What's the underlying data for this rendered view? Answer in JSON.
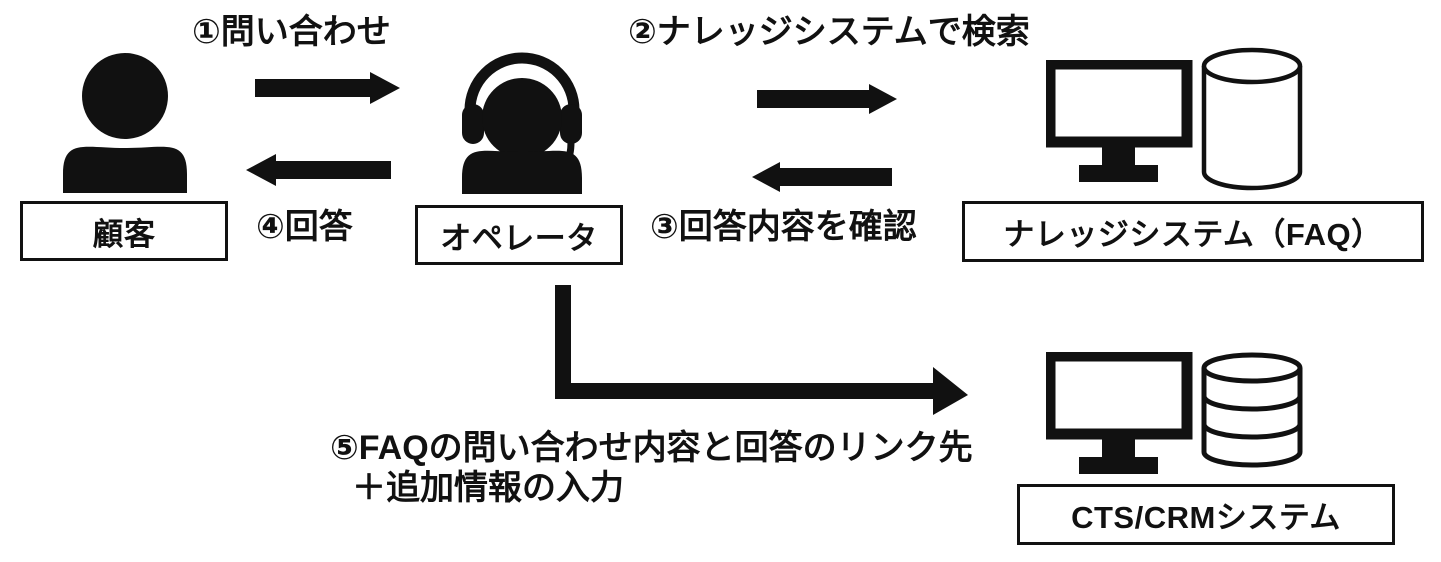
{
  "diagram": {
    "title": "Contact center knowledge system flow",
    "background_color": "#ffffff",
    "ink_color": "#111111"
  },
  "nodes": [
    {
      "id": "customer",
      "label": "顧客",
      "icon": "person-icon"
    },
    {
      "id": "operator",
      "label": "オペレータ",
      "icon": "headset-operator-icon"
    },
    {
      "id": "knowledge",
      "label": "ナレッジシステム（FAQ）",
      "icon": "monitor-and-database-icon"
    },
    {
      "id": "crm",
      "label": "CTS/CRMシステム",
      "icon": "monitor-and-stacked-database-icon"
    }
  ],
  "steps": [
    {
      "number": "①",
      "label": "①問い合わせ",
      "direction": "right"
    },
    {
      "number": "②",
      "label": "②ナレッジシステムで検索",
      "direction": "right"
    },
    {
      "number": "③",
      "label": "③回答内容を確認",
      "direction": "left"
    },
    {
      "number": "④",
      "label": "④回答",
      "direction": "left"
    },
    {
      "number": "⑤",
      "label_line1": "⑤FAQの問い合わせ内容と回答のリンク先",
      "label_line2": "＋追加情報の入力",
      "direction": "elbow-right"
    }
  ]
}
